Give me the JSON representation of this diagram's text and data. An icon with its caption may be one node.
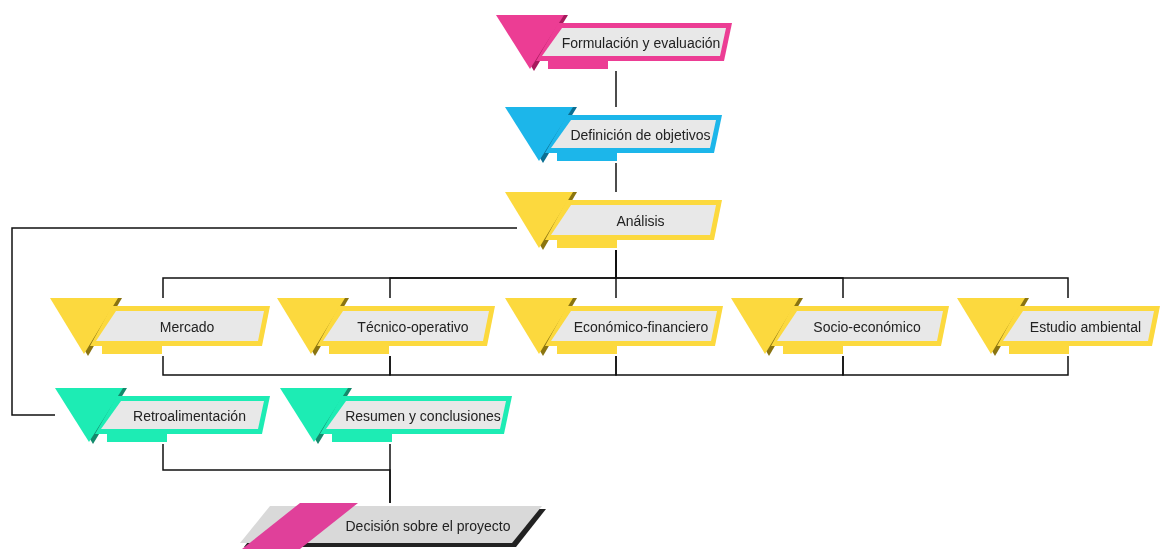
{
  "diagram": {
    "nodes": [
      {
        "text": [
          "Formulación y evaluación"
        ]
      },
      {
        "text": [
          "Definición de objetivos"
        ]
      },
      {
        "text": [
          "Análisis"
        ]
      },
      {
        "text": [
          "Mercado"
        ]
      },
      {
        "text": [
          "Técnico-operativo"
        ]
      },
      {
        "text": [
          "Económico-financiero"
        ]
      },
      {
        "text": [
          "Socio-económico"
        ]
      },
      {
        "text": [
          "Estudio ambiental"
        ]
      },
      {
        "text": [
          "Retroalimentación"
        ]
      },
      {
        "text": [
          "Resumen y conclusiones"
        ]
      },
      {
        "text": [
          "Decisión sobre el proyecto"
        ]
      }
    ],
    "edges": [
      {
        "from": 0,
        "to": 1,
        "arrow": "none"
      },
      {
        "from": 1,
        "to": 2,
        "arrow": "none"
      },
      {
        "from": 2,
        "to": 3,
        "arrow": "none"
      },
      {
        "from": 2,
        "to": 4,
        "arrow": "none"
      },
      {
        "from": 2,
        "to": 5,
        "arrow": "none"
      },
      {
        "from": 2,
        "to": 6,
        "arrow": "none"
      },
      {
        "from": 2,
        "to": 7,
        "arrow": "none"
      },
      {
        "from": 3,
        "to": 4,
        "arrow": "none"
      },
      {
        "from": 4,
        "to": 5,
        "arrow": "none"
      },
      {
        "from": 5,
        "to": 6,
        "arrow": "none"
      },
      {
        "from": 6,
        "to": 7,
        "arrow": "none"
      },
      {
        "from": 2,
        "to": 8,
        "arrow": "none"
      },
      {
        "from": 8,
        "to": 10,
        "arrow": "none"
      },
      {
        "from": 9,
        "to": 10,
        "arrow": "none"
      }
    ]
  }
}
